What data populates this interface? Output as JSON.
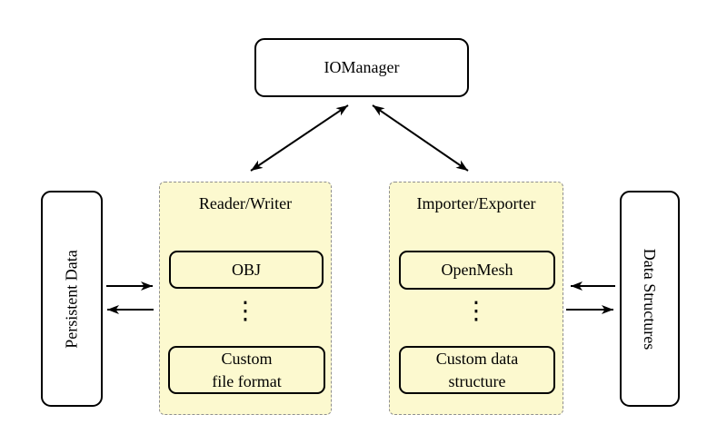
{
  "colors": {
    "group-fill": "#fcf9cf",
    "group-border": "#8f8f8f",
    "line": "#000000",
    "bg": "#ffffff"
  },
  "nodes": {
    "iomanager": "IOManager",
    "persistent_data": "Persistent Data",
    "data_structures": "Data Structures"
  },
  "groups": {
    "reader_writer": {
      "title": "Reader/Writer",
      "top_item": "OBJ",
      "ellipsis": "⋮",
      "bottom_item": "Custom\nfile format"
    },
    "importer_exporter": {
      "title": "Importer/Exporter",
      "top_item": "OpenMesh",
      "ellipsis": "⋮",
      "bottom_item": "Custom data\nstructure"
    }
  }
}
